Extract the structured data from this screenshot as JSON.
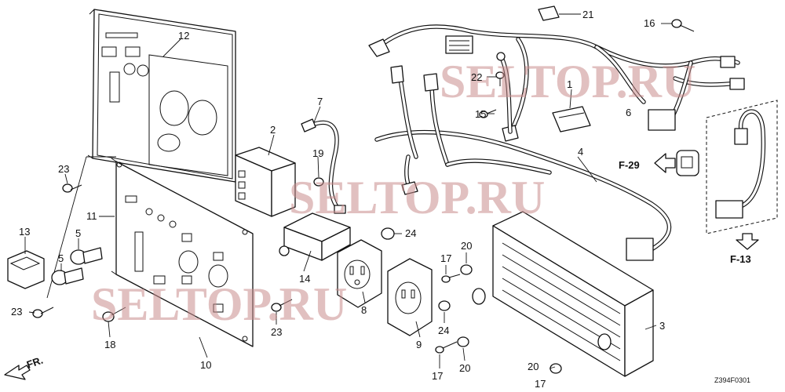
{
  "callouts": {
    "c1": "1",
    "c2": "2",
    "c3": "3",
    "c4": "4",
    "c5a": "5",
    "c5b": "5",
    "c6": "6",
    "c7": "7",
    "c8": "8",
    "c9": "9",
    "c10": "10",
    "c11": "11",
    "c12": "12",
    "c13": "13",
    "c14": "14",
    "c15": "15",
    "c16": "16",
    "c17a": "17",
    "c17b": "17",
    "c17c": "17",
    "c18": "18",
    "c19": "19",
    "c20a": "20",
    "c20b": "20",
    "c20c": "20",
    "c21": "21",
    "c22": "22",
    "c23a": "23",
    "c23b": "23",
    "c23c": "23",
    "c24a": "24",
    "c24b": "24"
  },
  "references": {
    "f29": "F-29",
    "f13": "F-13",
    "front": "FR."
  },
  "drawing_code": "Z394F0301",
  "watermark": {
    "text": "SELTOP.RU",
    "color": "#c98d8d"
  }
}
